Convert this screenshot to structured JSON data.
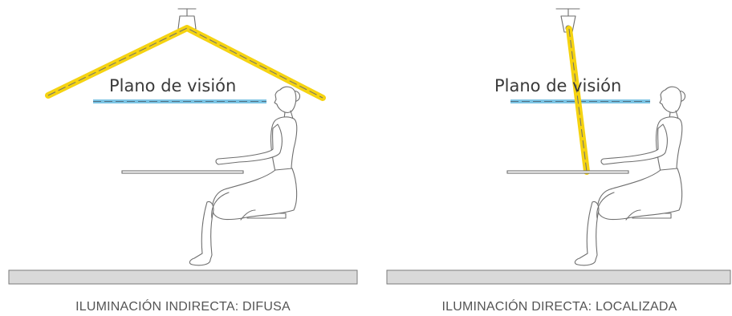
{
  "panels": [
    {
      "plane_label": "Plano de visión",
      "caption": "ILUMINACIÓN INDIRECTA: DIFUSA"
    },
    {
      "plane_label": "Plano de visión",
      "caption": "ILUMINACIÓN DIRECTA: LOCALIZADA"
    }
  ],
  "colors": {
    "light_beam": "#f5d311",
    "light_beam_edge": "#e0bd00",
    "vision_plane": "#7cc4e4",
    "floor": "#d9d9d9",
    "outline": "#6f6f6f"
  }
}
